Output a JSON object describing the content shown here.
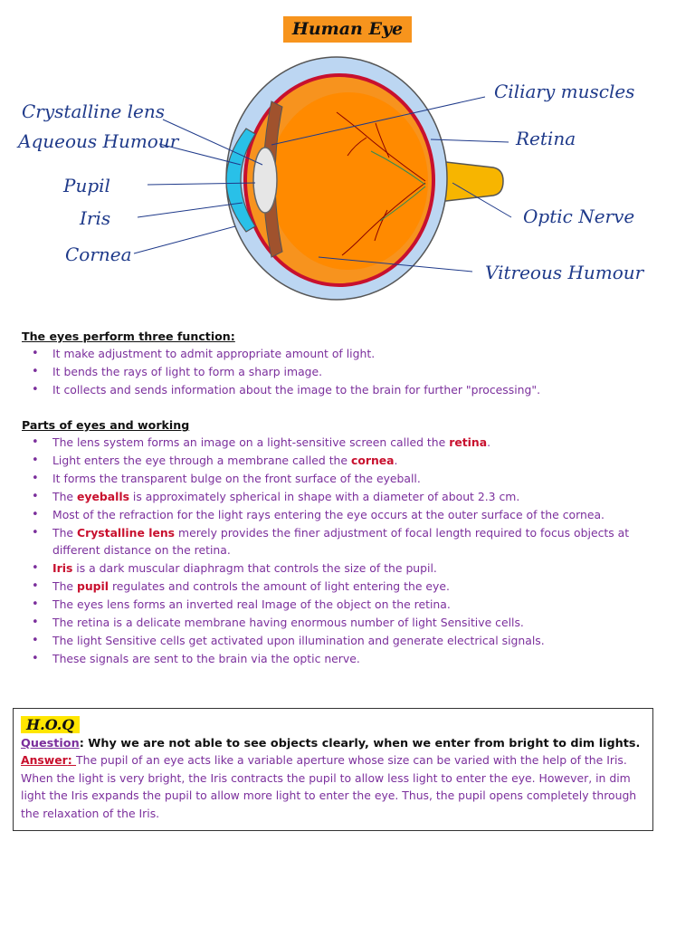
{
  "title": "Human Eye",
  "diagram": {
    "labels": {
      "crystalline_lens": "Crystalline lens",
      "aqueous_humour": "Aqueous Humour",
      "pupil": "Pupil",
      "iris": "Iris",
      "cornea": "Cornea",
      "ciliary_muscles": "Ciliary muscles",
      "retina": "Retina",
      "optic_nerve": "Optic Nerve",
      "vitreous_humour": "Vitreous Humour"
    }
  },
  "functions": {
    "heading": "The eyes perform three function:",
    "items": [
      "It make adjustment to admit appropriate amount of light.",
      "It bends the rays of light to form a sharp image.",
      "It collects and sends information about the image to the brain for further \"processing\"."
    ]
  },
  "parts": {
    "heading": "Parts of eyes and working",
    "items": [
      {
        "pre": "The lens system forms an image on a light-sensitive screen called the ",
        "hl": "retina",
        "post": "."
      },
      {
        "pre": "Light enters the eye through a membrane called the ",
        "hl": "cornea",
        "post": "."
      },
      {
        "pre": "It forms the transparent bulge on the front surface of the eyeball.",
        "hl": "",
        "post": ""
      },
      {
        "pre": "The ",
        "hl": "eyeballs",
        "post": " is approximately spherical in shape with a diameter of about 2.3 cm."
      },
      {
        "pre": "Most of the refraction for the light rays entering the eye occurs at the outer surface of the cornea.",
        "hl": "",
        "post": ""
      },
      {
        "pre": "The ",
        "hl": "Crystalline lens",
        "post": " merely provides the finer adjustment of focal length required to focus objects at different distance on the retina."
      },
      {
        "pre": "",
        "hl": "Iris",
        "post": " is a dark muscular diaphragm that controls the size of the pupil."
      },
      {
        "pre": "The ",
        "hl": "pupil",
        "post": " regulates and controls the amount of light entering the eye."
      },
      {
        "pre": "The eyes lens forms an inverted real Image of the object on the retina.",
        "hl": "",
        "post": ""
      },
      {
        "pre": "The retina is a delicate membrane having enormous number of light Sensitive cells.",
        "hl": "",
        "post": ""
      },
      {
        "pre": "The light Sensitive cells get activated upon illumination and generate electrical signals.",
        "hl": "",
        "post": ""
      },
      {
        "pre": "These signals are sent to the brain via the optic nerve.",
        "hl": "",
        "post": ""
      }
    ]
  },
  "hotq": {
    "tag": "H.O.Q",
    "question_label": "Question",
    "question": "Why we are not able to see objects clearly, when we enter from bright to dim lights.",
    "answer_label": "Answer",
    "answer": "The pupil of an eye acts like a variable aperture whose size can be varied with the help of the Iris. When the light is very bright, the Iris contracts the pupil to allow less light to enter the eye. However, in dim light the Iris expands the pupil to allow more light to enter the eye. Thus, the pupil opens completely through the relaxation of the Iris."
  },
  "colors": {
    "title_bg": "#f7941d",
    "body_text": "#7b2f9c",
    "highlight": "#c8102e",
    "label_ink": "#1f3a8a",
    "tag_bg": "#ffe600"
  }
}
